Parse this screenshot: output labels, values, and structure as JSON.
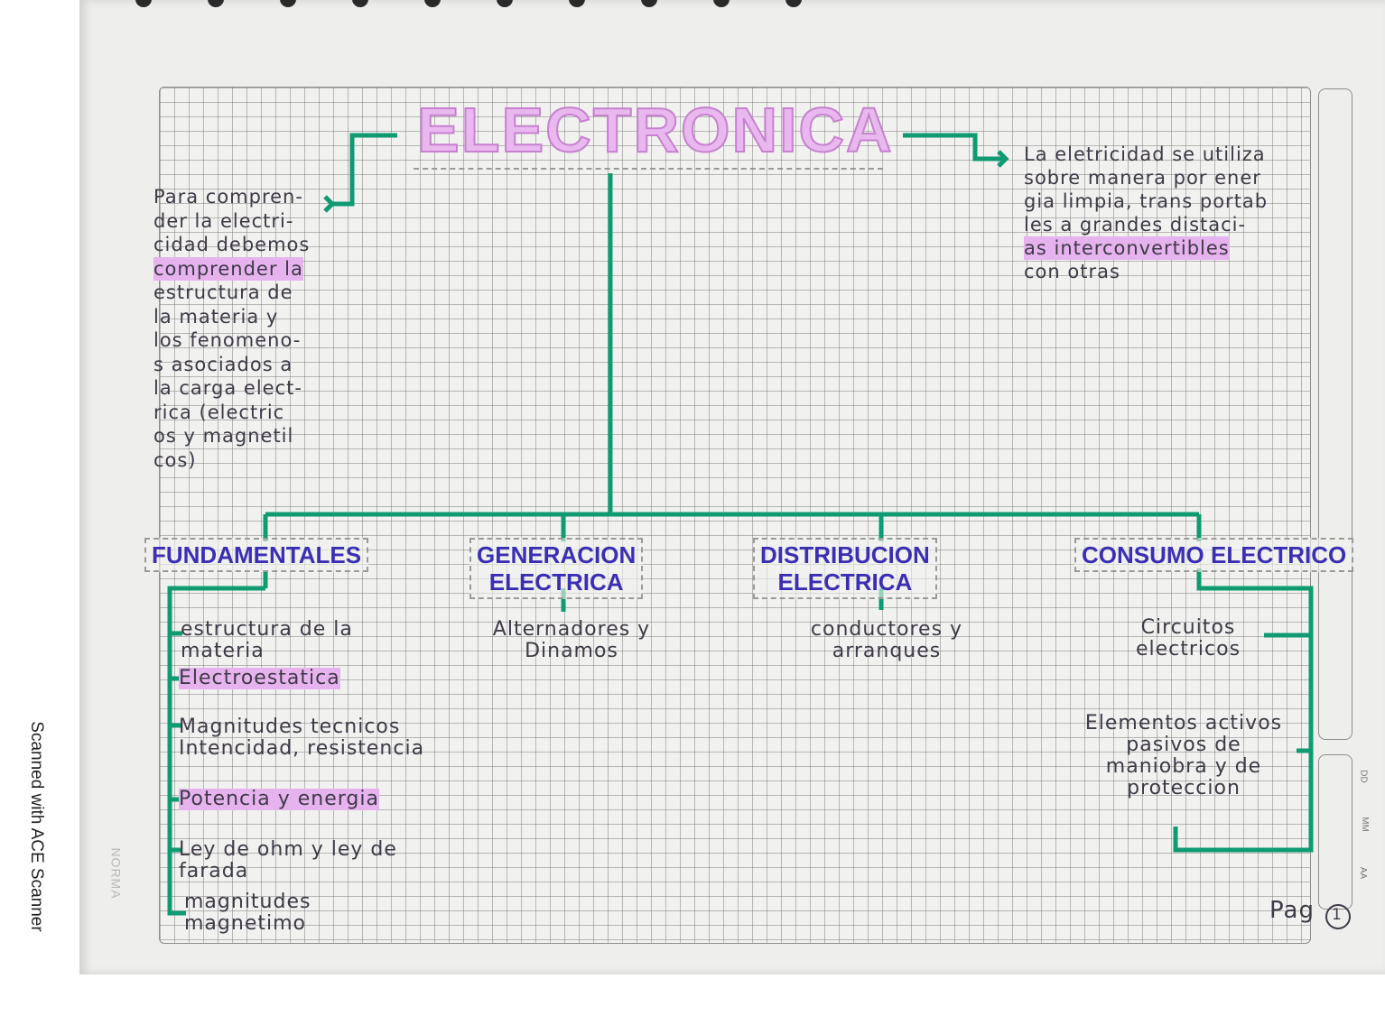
{
  "scanner_label": "Scanned with ACE Scanner",
  "title": "ELECTRONICA",
  "notes": {
    "left": [
      "Para compren-",
      "der la electri-",
      "cidad debemos",
      "comprender la",
      "estructura de",
      "la materia y",
      "los fenomeno-",
      "s asociados a",
      "la carga elect-",
      "rica (electric",
      "os y magnetil",
      "cos)"
    ],
    "right": [
      "La eletricidad se utiliza",
      "sobre manera por ener",
      "gia limpia, trans portab",
      "les a grandes distaci-",
      "as interconvertibles",
      "con otras"
    ]
  },
  "categories": {
    "fundamentales": {
      "label": "FUNDAMENTALES",
      "items": [
        "estructura de la materia",
        "Electroestatica",
        "Magnitudes tecnicos Intencidad, resistencia",
        "Potencia y energia",
        "Ley de ohm y ley de farada",
        "magnitudes magnetimo"
      ]
    },
    "generacion": {
      "label_1": "GENERACION",
      "label_2": "ELECTRICA",
      "items": [
        "Alternadores y Dinamos"
      ]
    },
    "distribucion": {
      "label_1": "DISTRIBUCION",
      "label_2": "ELECTRICA",
      "items": [
        "conductores y arranques"
      ]
    },
    "consumo": {
      "label": "CONSUMO ELECTRICO",
      "items": [
        "Circuitos electricos",
        "Elementos activos pasivos de maniobra y de proteccion"
      ]
    }
  },
  "date_labels": [
    "DD",
    "MM",
    "AA"
  ],
  "page_label": "Pag",
  "page_number": "1",
  "brand": "NORMA",
  "colors": {
    "ink_green": "#0f9a72",
    "ink_purple": "#3a2fb4",
    "highlight": "#e6b3ef",
    "title_fill": "#e8b8ee"
  }
}
